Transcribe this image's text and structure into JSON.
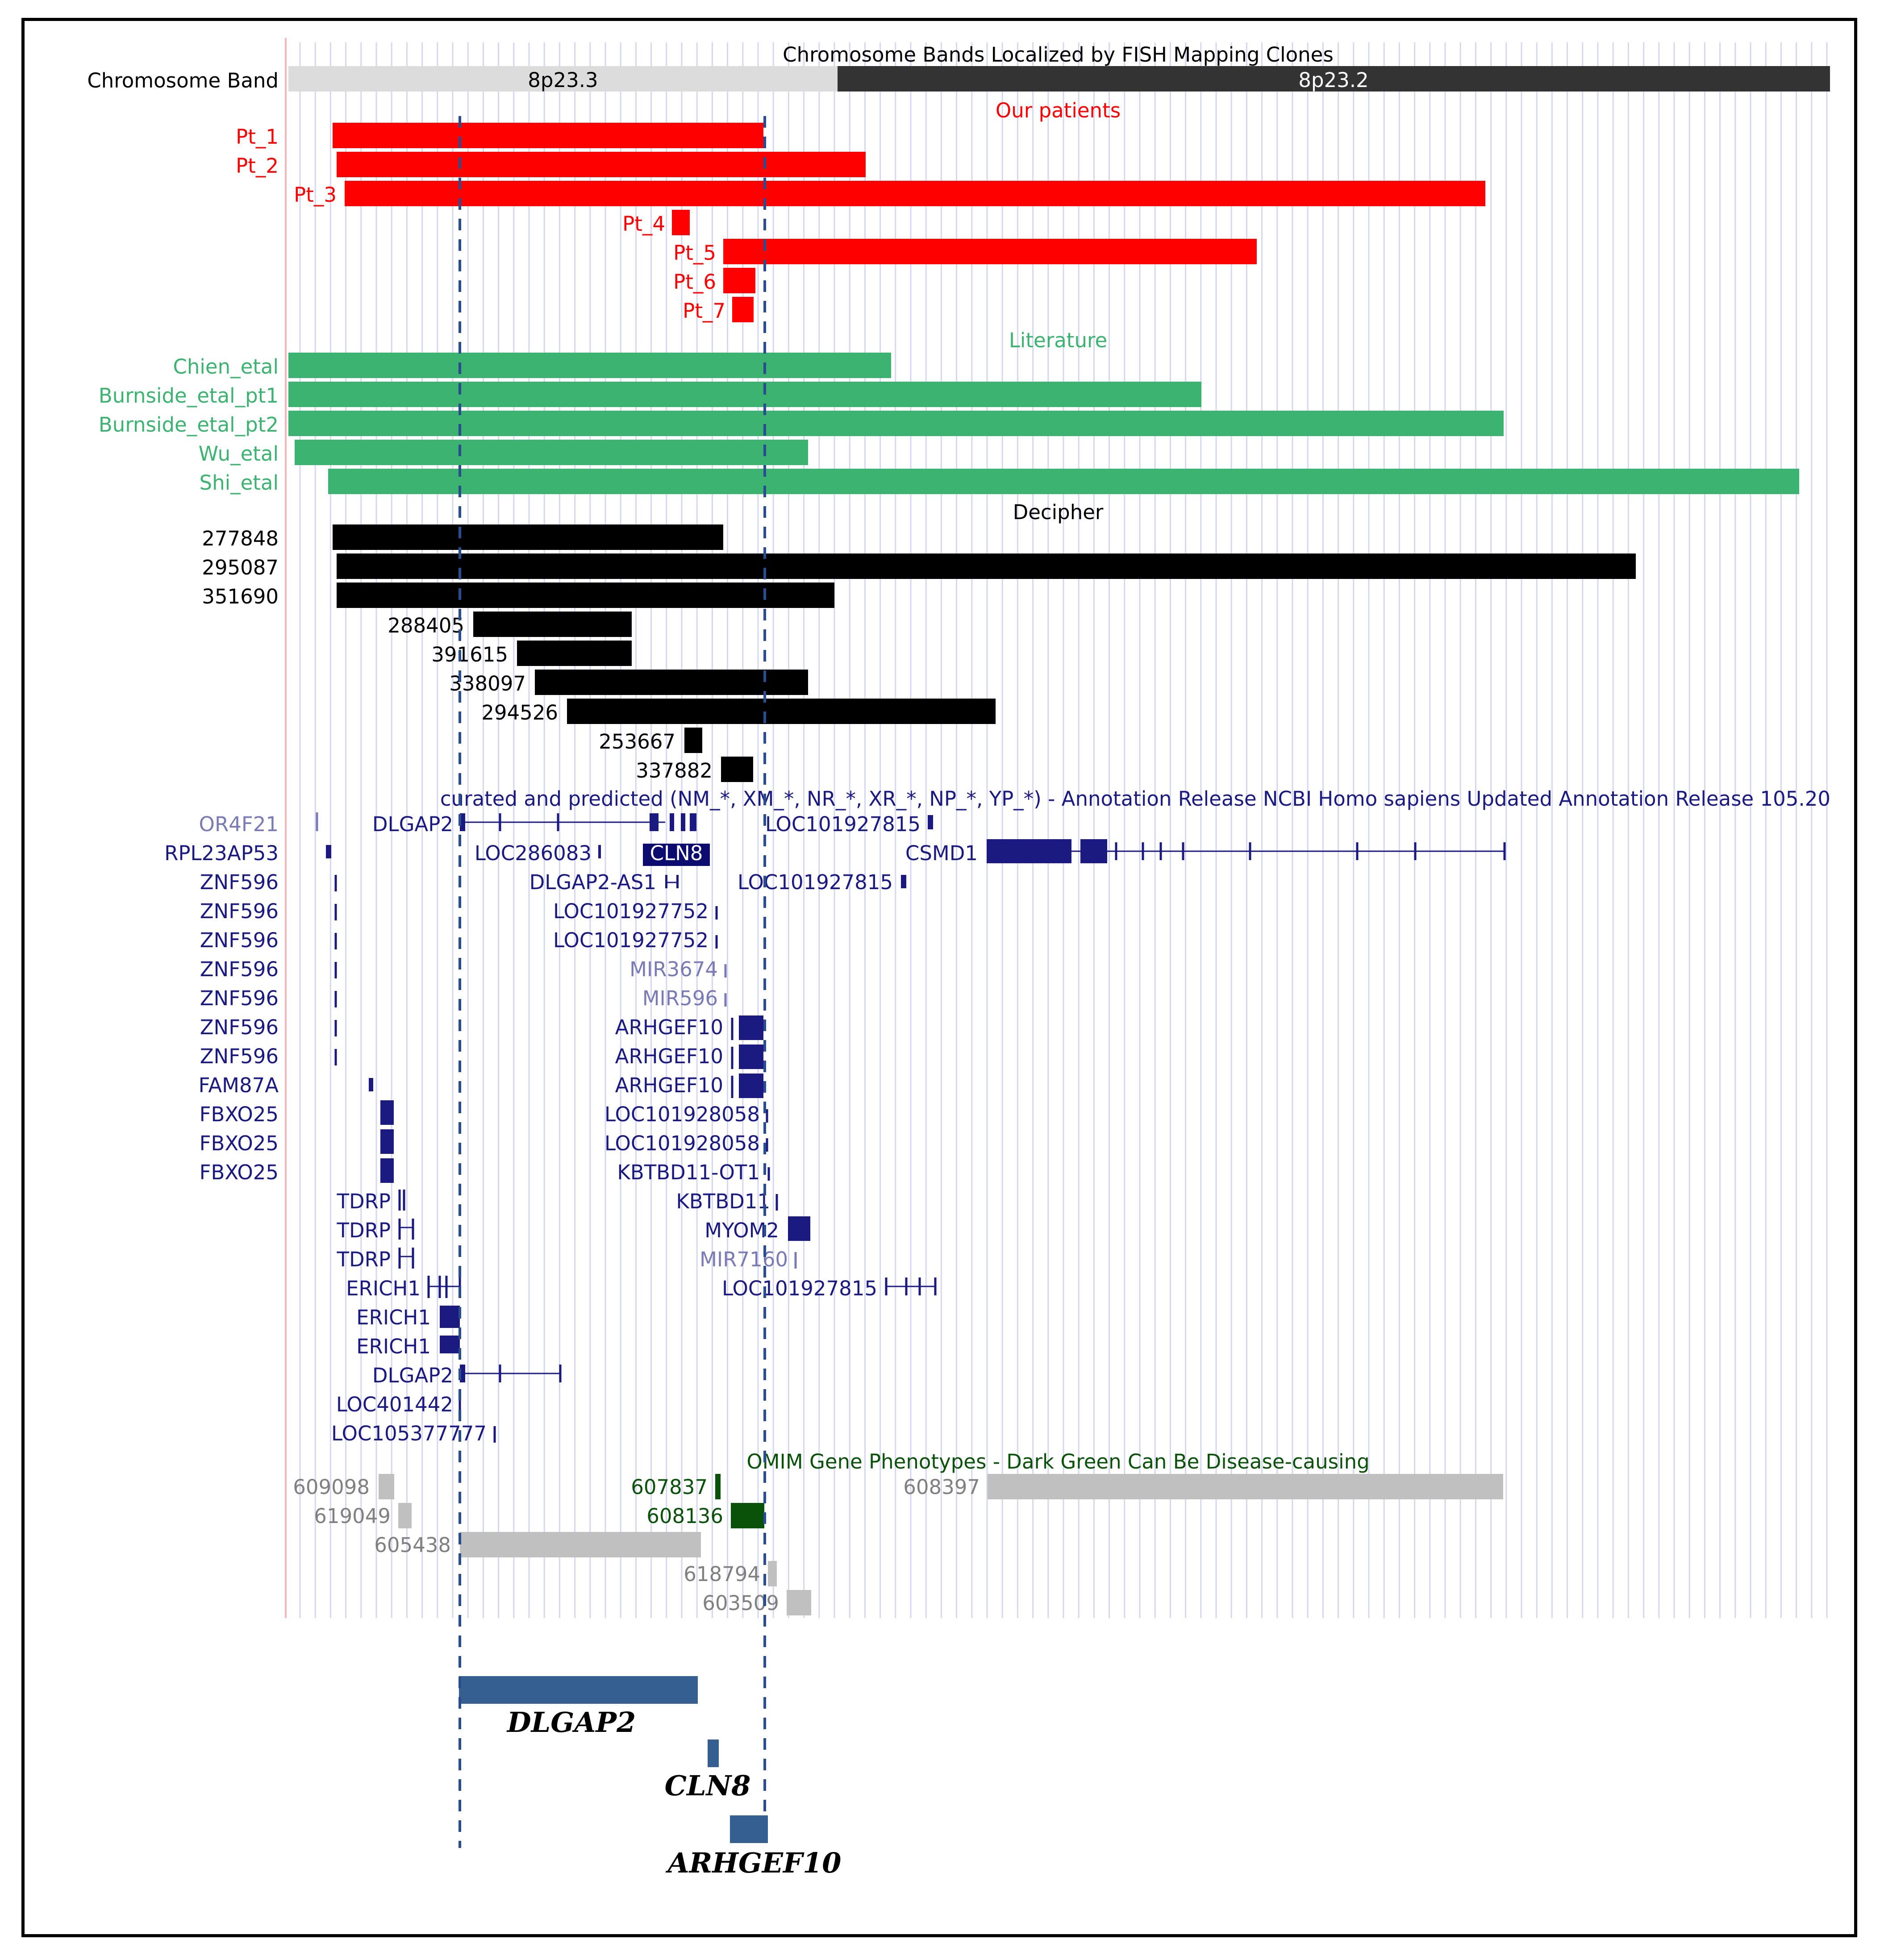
{
  "colors": {
    "red": "#ff0000",
    "green": "#3cb371",
    "black": "#000000",
    "navy": "#1a1a80",
    "lightnavy": "#7a7ab4",
    "gene_dark": "#0b0b70",
    "omim_gray": "#c0c0c0",
    "omim_green": "#0a520a",
    "band_light": "#dcdcdc",
    "band_dark": "#333333",
    "bottom_gene": "#365f91",
    "dash": "#2a4d8f",
    "grid": "#d6d6f0",
    "pink_line": "#f6b6b6"
  },
  "band_track": {
    "title": "Chromosome Bands Localized by FISH Mapping Clones",
    "label": "Chromosome Band",
    "bands": [
      {
        "name": "8p23.3",
        "tone": "light"
      },
      {
        "name": "8p23.2",
        "tone": "dark"
      }
    ]
  },
  "patients": {
    "title": "Our patients",
    "items": [
      {
        "label": "Pt_1"
      },
      {
        "label": "Pt_2"
      },
      {
        "label": "Pt_3"
      },
      {
        "label": "Pt_4"
      },
      {
        "label": "Pt_5"
      },
      {
        "label": "Pt_6"
      },
      {
        "label": "Pt_7"
      }
    ]
  },
  "literature": {
    "title": "Literature",
    "items": [
      {
        "label": "Chien_etal"
      },
      {
        "label": "Burnside_etal_pt1"
      },
      {
        "label": "Burnside_etal_pt2"
      },
      {
        "label": "Wu_etal"
      },
      {
        "label": "Shi_etal"
      }
    ]
  },
  "decipher": {
    "title": "Decipher",
    "items": [
      {
        "label": "277848"
      },
      {
        "label": "295087"
      },
      {
        "label": "351690"
      },
      {
        "label": "288405"
      },
      {
        "label": "391615"
      },
      {
        "label": "338097"
      },
      {
        "label": "294526"
      },
      {
        "label": "253667"
      },
      {
        "label": "337882"
      }
    ]
  },
  "refseq": {
    "title": "curated and predicted (NM_*, XM_*, NR_*, XR_*, NP_*, YP_*) - Annotation Release NCBI Homo sapiens Updated Annotation Release 105.20",
    "genes": [
      "OR4F21",
      "DLGAP2",
      "LOC101927815",
      "RPL23AP53",
      "LOC286083",
      "CLN8",
      "CSMD1",
      "ZNF596",
      "DLGAP2-AS1",
      "LOC101927815",
      "ZNF596",
      "LOC101927752",
      "ZNF596",
      "LOC101927752",
      "ZNF596",
      "MIR3674",
      "ZNF596",
      "MIR596",
      "ZNF596",
      "ARHGEF10",
      "ZNF596",
      "ARHGEF10",
      "FAM87A",
      "ARHGEF10",
      "FBXO25",
      "LOC101928058",
      "FBXO25",
      "LOC101928058",
      "FBXO25",
      "KBTBD11-OT1",
      "TDRP",
      "KBTBD11",
      "TDRP",
      "MYOM2",
      "TDRP",
      "MIR7160",
      "ERICH1",
      "LOC101927815",
      "ERICH1",
      "ERICH1",
      "DLGAP2",
      "LOC401442",
      "LOC105377777"
    ]
  },
  "omim": {
    "title": "OMIM Gene Phenotypes - Dark Green Can Be Disease-causing",
    "items": [
      "609098",
      "607837",
      "608397",
      "619049",
      "608136",
      "605438",
      "618794",
      "603509"
    ]
  },
  "bottom_genes": [
    "DLGAP2",
    "CLN8",
    "ARHGEF10"
  ]
}
